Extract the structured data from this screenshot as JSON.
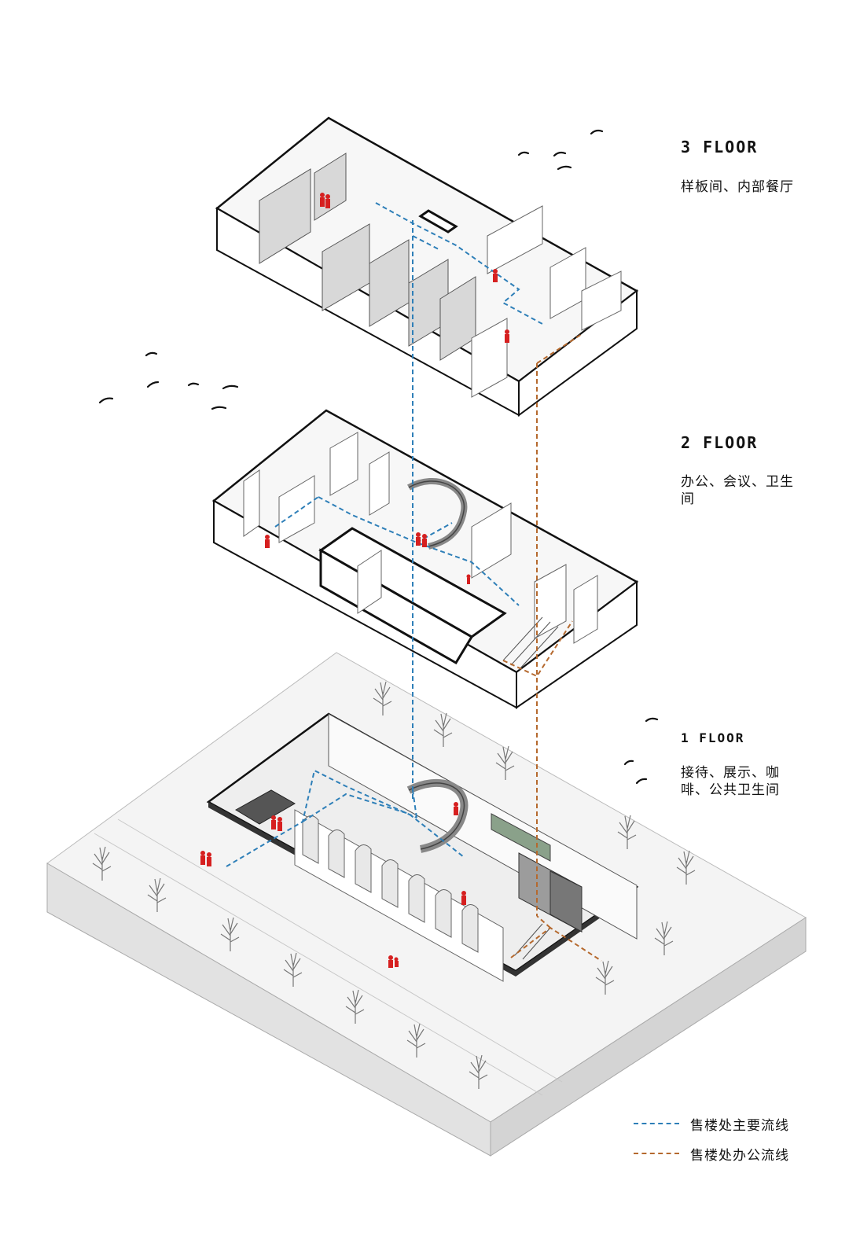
{
  "floors": [
    {
      "title": "3 FLOOR",
      "description": "样板间、内部餐厅"
    },
    {
      "title": "2 FLOOR",
      "description": "办公、会议、卫生间"
    },
    {
      "title": "1 FLOOR",
      "description": "接待、展示、咖啡、公共卫生间"
    }
  ],
  "legend": [
    {
      "label": "售楼处主要流线",
      "color": "#2e7fb8"
    },
    {
      "label": "售楼处办公流线",
      "color": "#b5692e"
    }
  ],
  "colors": {
    "main_flow": "#2e7fb8",
    "office_flow": "#b5692e",
    "people": "#d62020",
    "site_top": "#f3f3f3",
    "site_side": "#dcdcdc",
    "wall": "#ffffff",
    "outline": "#111111"
  },
  "icons": [
    "bird-icon",
    "tree-icon",
    "person-icon"
  ]
}
